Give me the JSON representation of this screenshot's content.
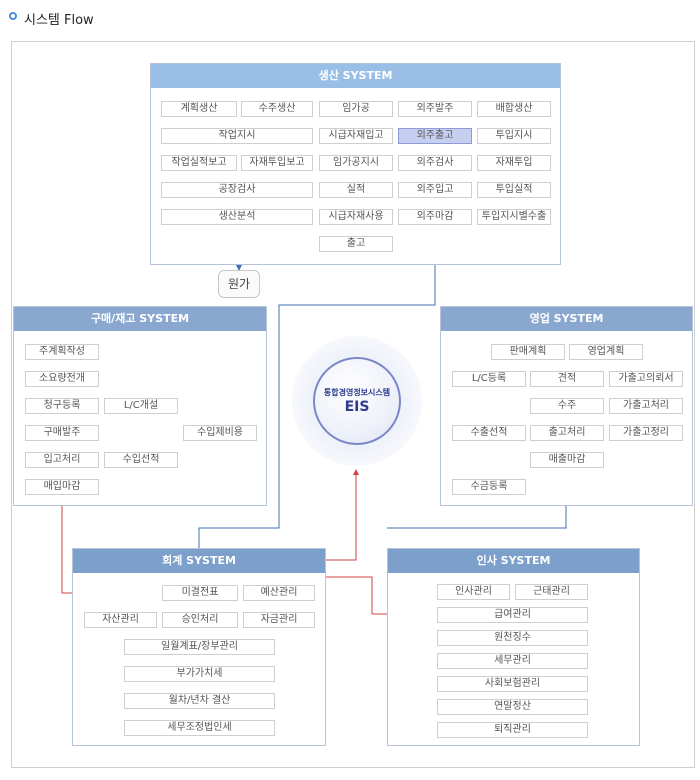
{
  "page_title": "시스템 Flow",
  "colors": {
    "header_light": "#99bfe6",
    "header_mid": "#8aa7cf",
    "header_dark": "#7d9fcb",
    "highlight": "#c7cff0",
    "eis_text": "#2d3c8e",
    "red_line": "#d04040",
    "blue_line": "#3f6fb0"
  },
  "production": {
    "title": "생산 SYSTEM",
    "c1": {
      "r1a": "계획생산",
      "r1b": "수주생산",
      "r2": "작업지시",
      "r3a": "작업실적보고",
      "r3b": "자재투입보고",
      "r4": "공장검사",
      "r5": "생산분석"
    },
    "c2": [
      "임가공",
      "시급자재입고",
      "임가공지시",
      "실적",
      "시급자재사용",
      "출고"
    ],
    "c3": [
      "외주발주",
      "외주출고",
      "외주검사",
      "외주입고",
      "외주마감"
    ],
    "c4": [
      "배합생산",
      "투입지시",
      "자재투입",
      "투입실적",
      "투입지시별수출"
    ]
  },
  "cost_label": "원가",
  "purchase": {
    "title": "구매/재고 SYSTEM",
    "left": [
      "주계획작성",
      "소요량전개",
      "청구등록",
      "구매발주",
      "입고처리",
      "매입마감"
    ],
    "lc_open": "L/C개설",
    "import_cost": "수입제비용",
    "import_select": "수입선적"
  },
  "eis": {
    "name": "통합경영정보시스템",
    "abbr": "EIS"
  },
  "sales": {
    "title": "영업 SYSTEM",
    "sales_plan": "판매계획",
    "biz_plan": "영업계획",
    "lc_reg": "L/C등록",
    "estimate": "견적",
    "order": "수주",
    "export_select": "수출선적",
    "ship_process": "출고처리",
    "sales_close": "매출마감",
    "collect": "수금등록",
    "loan_request": "가출고의뢰서",
    "loan_process": "가출고처리",
    "loan_settle": "가출고정리"
  },
  "accounting": {
    "title": "회계 SYSTEM",
    "slip": "미결전표",
    "budget": "예산관리",
    "asset": "자산관리",
    "approve": "승인처리",
    "fund": "자금관리",
    "daily": "일월계표/장부관리",
    "vat": "부가가치세",
    "closing": "월차/년차 결산",
    "tax": "세무조정법인세"
  },
  "hr": {
    "title": "인사 SYSTEM",
    "personnel": "인사관리",
    "attendance": "근태관리",
    "list": [
      "급여관리",
      "원천징수",
      "세무관리",
      "사회보험관리",
      "연말정산",
      "퇴직관리"
    ]
  }
}
